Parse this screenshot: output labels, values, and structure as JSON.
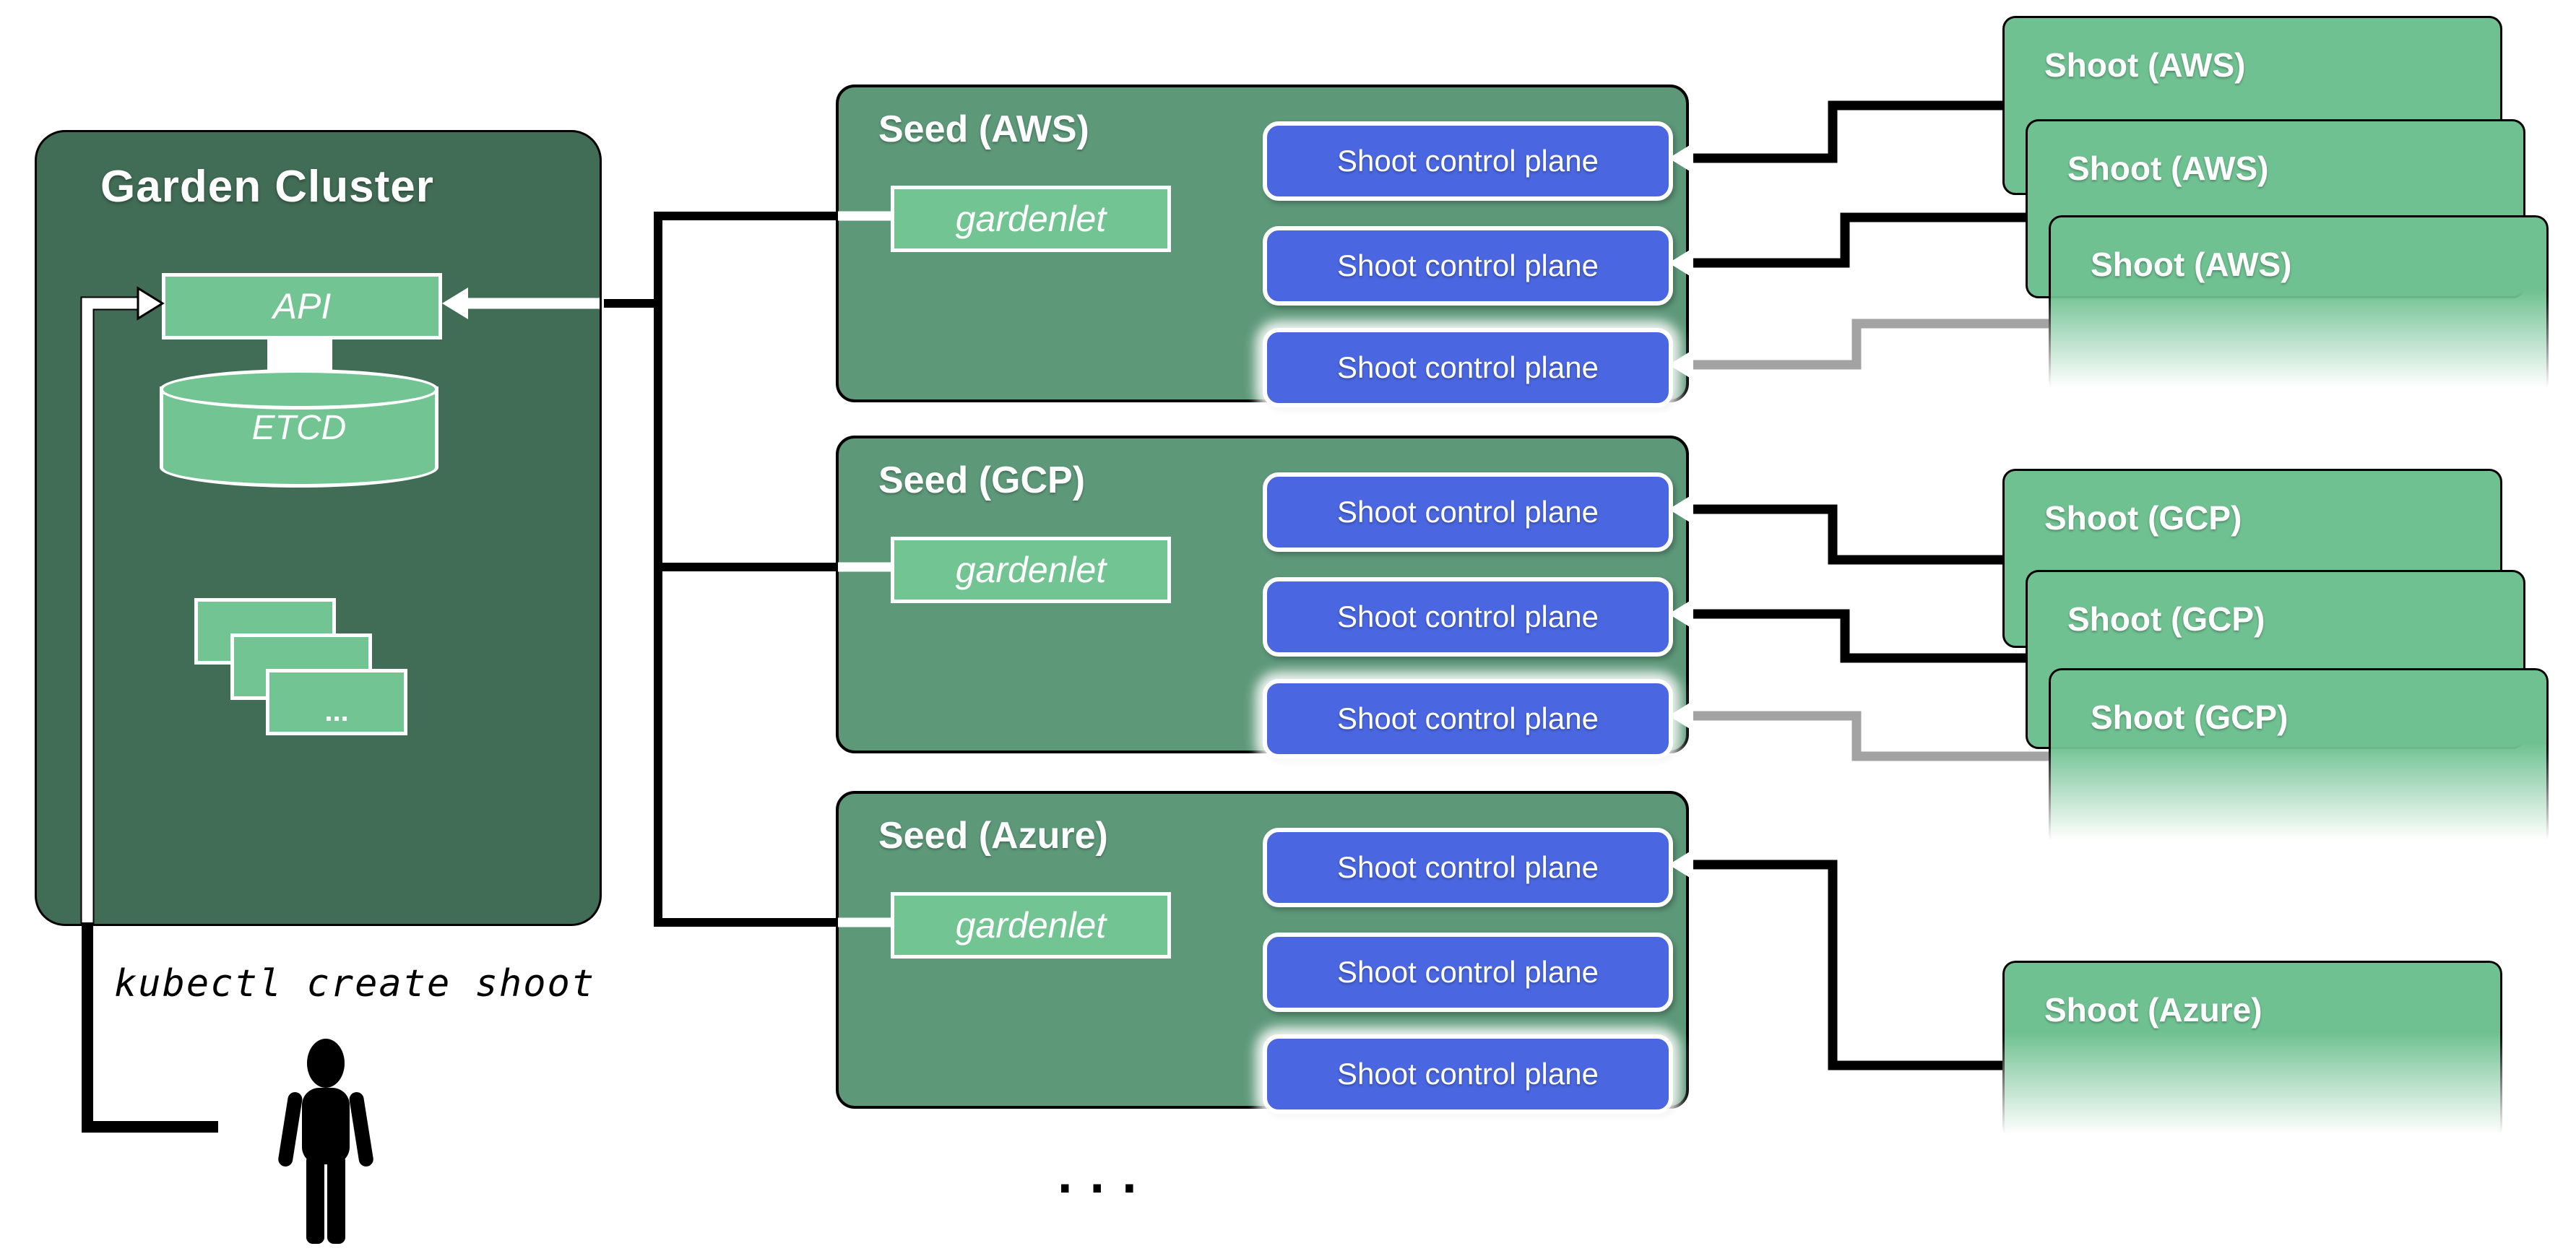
{
  "garden": {
    "title": "Garden Cluster",
    "api_label": "API",
    "etcd_label": "ETCD",
    "stack_ellipsis": "..."
  },
  "command": {
    "text": "kubectl create shoot"
  },
  "scp_label": "Shoot control plane",
  "seeds": [
    {
      "title": "Seed (AWS)",
      "agent_label": "gardenlet"
    },
    {
      "title": "Seed (GCP)",
      "agent_label": "gardenlet"
    },
    {
      "title": "Seed (Azure)",
      "agent_label": "gardenlet"
    }
  ],
  "shoots": {
    "aws": [
      "Shoot (AWS)",
      "Shoot (AWS)",
      "Shoot (AWS)"
    ],
    "gcp": [
      "Shoot (GCP)",
      "Shoot (GCP)",
      "Shoot (GCP)"
    ],
    "azure": [
      "Shoot (Azure)"
    ]
  },
  "more_ellipsis": "...",
  "colors": {
    "garden_bg": "#416c55",
    "seed_bg": "#5d9879",
    "light_green": "#72c493",
    "shoot_green": "#70c192",
    "control_plane_blue": "#4a67e1",
    "connector_black": "#000000",
    "connector_gray": "#a3a3a3",
    "connector_white": "#ffffff"
  }
}
